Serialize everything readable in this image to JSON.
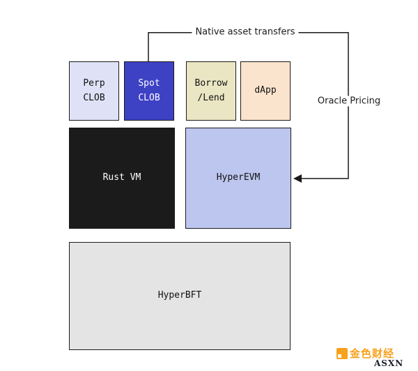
{
  "annotations": {
    "native_asset_transfers": "Native asset transfers",
    "oracle_pricing": "Oracle Pricing"
  },
  "boxes": {
    "perp_clob": {
      "line1": "Perp",
      "line2": "CLOB",
      "bg": "#dfe1f6",
      "fg": "#111111"
    },
    "spot_clob": {
      "line1": "Spot",
      "line2": "CLOB",
      "bg": "#3d41c4",
      "fg": "#ffffff"
    },
    "borrow_lend": {
      "line1": "Borrow",
      "line2": "/Lend",
      "bg": "#eae6c3",
      "fg": "#111111"
    },
    "dapp": {
      "line1": "dApp",
      "bg": "#fbe4cd",
      "fg": "#111111"
    },
    "rust_vm": {
      "line1": "Rust VM",
      "bg": "#1b1b1b",
      "fg": "#ffffff"
    },
    "hyperevm": {
      "line1": "HyperEVM",
      "bg": "#bdc6ee",
      "fg": "#111111"
    },
    "hyperbft": {
      "line1": "HyperBFT",
      "bg": "#e4e4e4",
      "fg": "#111111"
    }
  },
  "lines": {
    "color": "#1a1a1a"
  },
  "footer": {
    "brand": "金色财经",
    "brand_color": "#f7a11d",
    "watermark": "ASXN"
  }
}
